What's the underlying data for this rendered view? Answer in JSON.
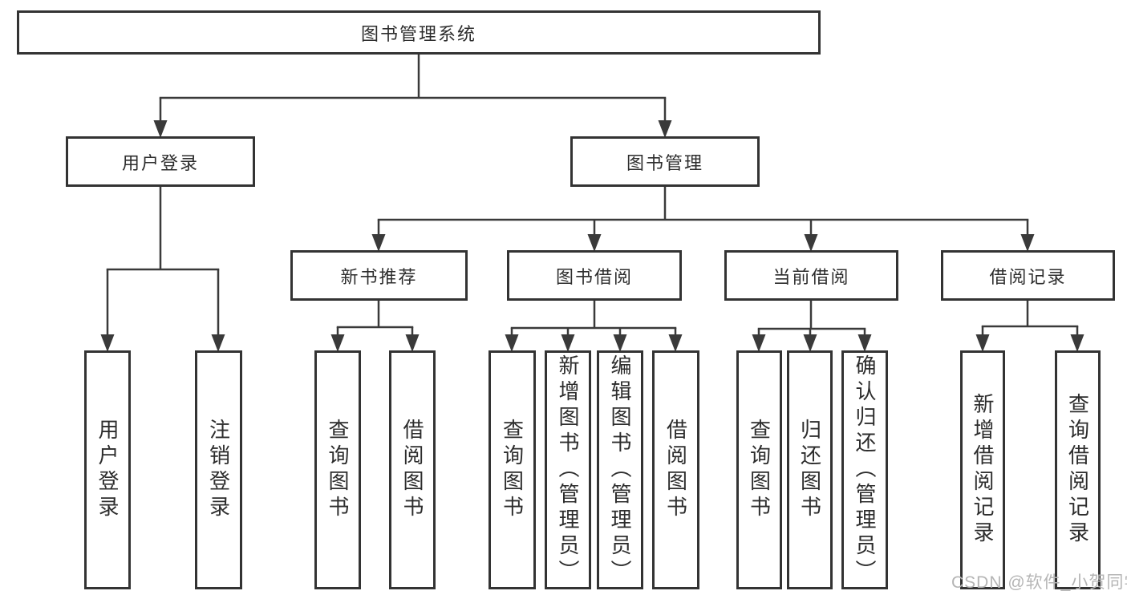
{
  "nodes": {
    "root": {
      "label": "图书管理系统"
    },
    "level2": [
      {
        "label": "用户登录"
      },
      {
        "label": "图书管理"
      }
    ],
    "level3": [
      {
        "label": "新书推荐"
      },
      {
        "label": "图书借阅"
      },
      {
        "label": "当前借阅"
      },
      {
        "label": "借阅记录"
      }
    ],
    "leaves_user_login": [
      {
        "label": "用户登录"
      },
      {
        "label": "注销登录"
      }
    ],
    "leaves_new_book": [
      {
        "label": "查询图书"
      },
      {
        "label": "借阅图书"
      }
    ],
    "leaves_book_borrow": [
      {
        "label": "查询图书"
      },
      {
        "label": "新增图书（管理员）"
      },
      {
        "label": "编辑图书（管理员）"
      },
      {
        "label": "借阅图书"
      }
    ],
    "leaves_current_borrow": [
      {
        "label": "查询图书"
      },
      {
        "label": "归还图书"
      },
      {
        "label": "确认归还（管理员）"
      }
    ],
    "leaves_borrow_record": [
      {
        "label": "新增借阅记录"
      },
      {
        "label": "查询借阅记录"
      }
    ]
  },
  "watermark": {
    "text": "CSDN @软件_小贺同学"
  },
  "colors": {
    "line": "#3a3a3a",
    "box_border": "#333333",
    "text": "#2d2d2d",
    "watermark": "#b5b5b5",
    "background": "#ffffff"
  }
}
